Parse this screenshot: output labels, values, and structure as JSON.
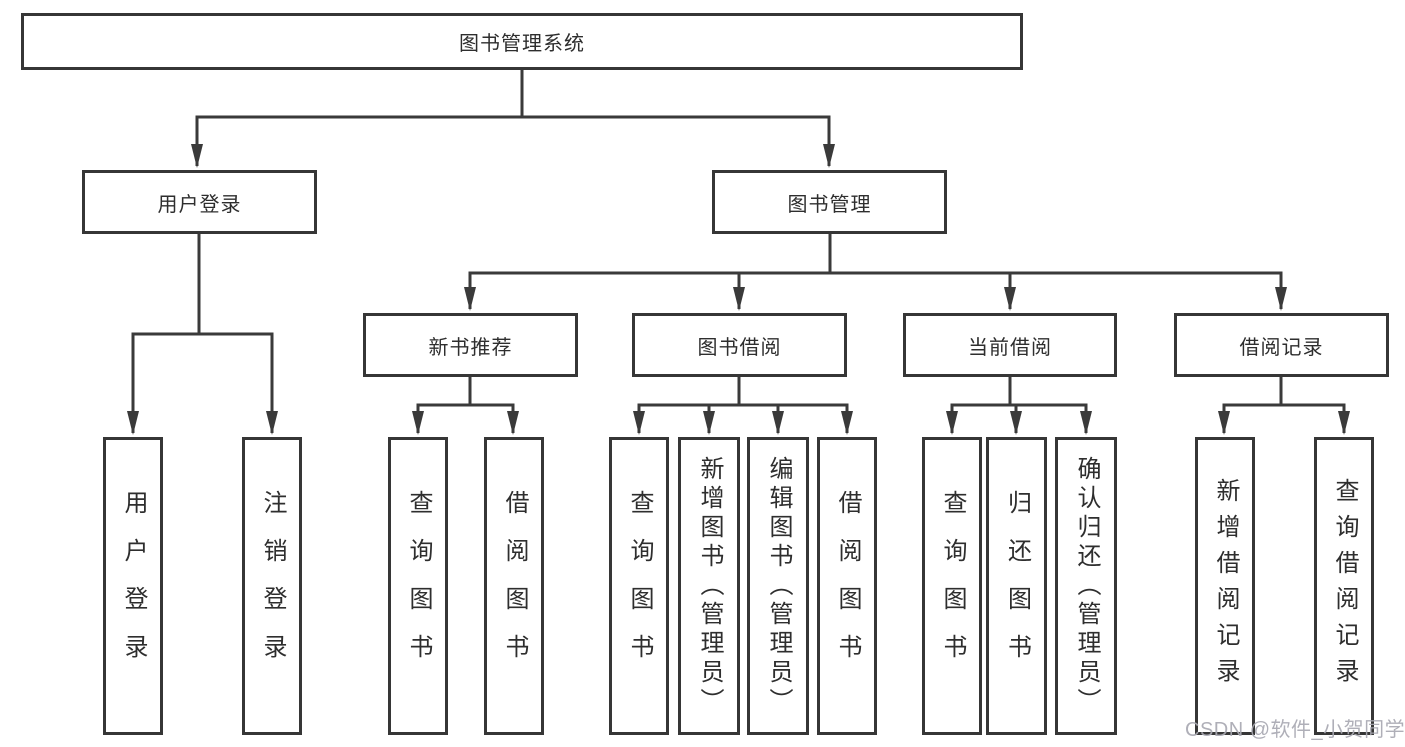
{
  "diagram": {
    "title": "图书管理系统",
    "root": {
      "label": "图书管理系统"
    },
    "level1": [
      {
        "label": "用户登录",
        "parent": "图书管理系统"
      },
      {
        "label": "图书管理",
        "parent": "图书管理系统"
      }
    ],
    "level2": [
      {
        "label": "新书推荐",
        "parent": "图书管理"
      },
      {
        "label": "图书借阅",
        "parent": "图书管理"
      },
      {
        "label": "当前借阅",
        "parent": "图书管理"
      },
      {
        "label": "借阅记录",
        "parent": "图书管理"
      }
    ],
    "leaves": [
      {
        "label": "用户登录",
        "parent": "用户登录"
      },
      {
        "label": "注销登录",
        "parent": "用户登录"
      },
      {
        "label": "查询图书",
        "parent": "新书推荐"
      },
      {
        "label": "借阅图书",
        "parent": "新书推荐"
      },
      {
        "label": "查询图书",
        "parent": "图书借阅"
      },
      {
        "label": "新增图书（管理员）",
        "parent": "图书借阅"
      },
      {
        "label": "编辑图书（管理员）",
        "parent": "图书借阅"
      },
      {
        "label": "借阅图书",
        "parent": "图书借阅"
      },
      {
        "label": "查询图书",
        "parent": "当前借阅"
      },
      {
        "label": "归还图书",
        "parent": "当前借阅"
      },
      {
        "label": "确认归还（管理员）",
        "parent": "当前借阅"
      },
      {
        "label": "新增借阅记录",
        "parent": "借阅记录"
      },
      {
        "label": "查询借阅记录",
        "parent": "借阅记录"
      }
    ]
  },
  "watermark": {
    "text": "CSDN @软件_小贺同学"
  },
  "colors": {
    "line": "#3a3a3a",
    "box_border": "#363636",
    "text": "#2e2e2e",
    "watermark": "#a9a9b2",
    "background": "#ffffff"
  }
}
